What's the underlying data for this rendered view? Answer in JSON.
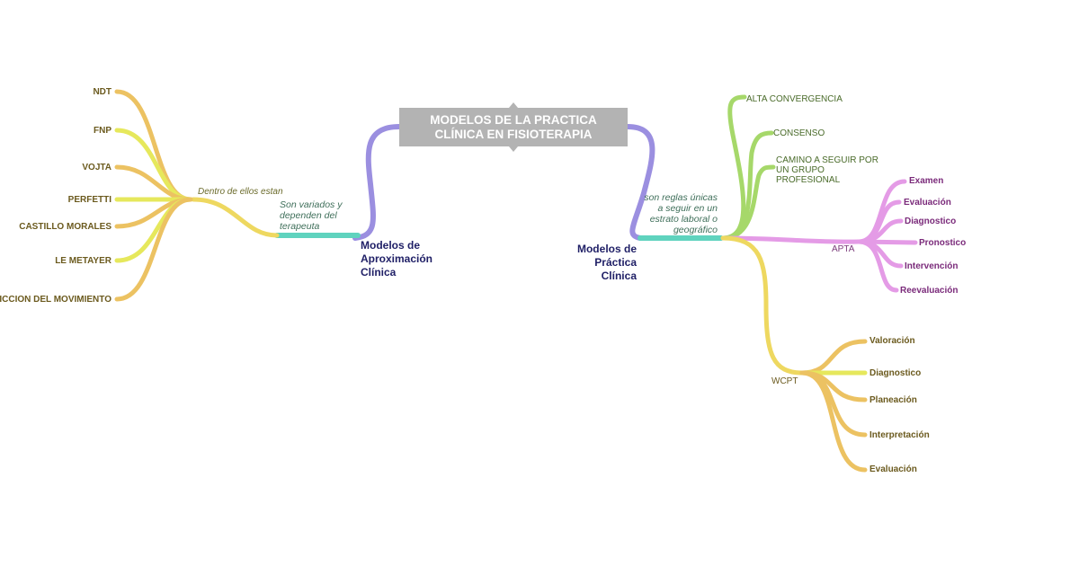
{
  "root": {
    "title": "MODELOS DE LA PRACTICA\nCLÍNICA EN FISIOTERAPIA"
  },
  "left": {
    "title": "Modelos de\nAproximación\nClínica",
    "note": "Son variados y\ndependen del\nterapeuta",
    "sub_note": "Dentro de ellos estan",
    "items": [
      "NDT",
      "FNP",
      "VOJTA",
      "PERFETTI",
      "CASTILLO MORALES",
      "LE METAYER",
      "RICCION DEL MOVIMIENTO"
    ]
  },
  "right": {
    "title": "Modelos de\nPráctica\nClínica",
    "note": "son reglas únicas\na seguir en un\nestrato laboral o\ngeográfico",
    "green_items": [
      "ALTA CONVERGENCIA",
      "CONSENSO",
      "CAMINO A SEGUIR POR\nUN GRUPO\nPROFESIONAL"
    ],
    "apta": {
      "label": "APTA",
      "items": [
        "Examen",
        "Evaluación",
        "Diagnostico",
        "Pronostico",
        "Intervención",
        "Reevaluación"
      ]
    },
    "wcpt": {
      "label": "WCPT",
      "items": [
        "Valoración",
        "Diagnostico",
        "Planeación",
        "Interpretación",
        "Evaluación"
      ]
    }
  },
  "colors": {
    "purple": "#9b8fe0",
    "teal": "#5fd3be",
    "yellow": "#eed860",
    "orange": "#ecc262",
    "lime": "#e6e85c",
    "green": "#a6d86a",
    "pink": "#e49be6",
    "root_bg": "#b3b3b3"
  }
}
